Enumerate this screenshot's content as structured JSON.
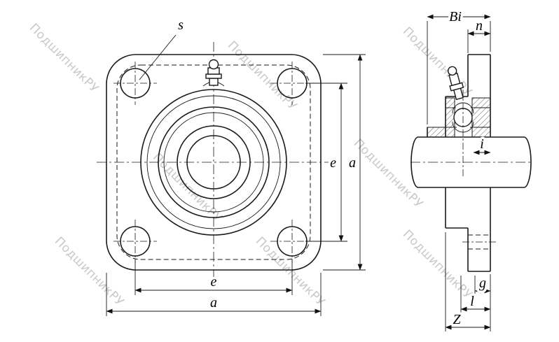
{
  "watermark": {
    "text": "ПодшипникРУ"
  },
  "drawing": {
    "colors": {
      "line": "#1a1a1a",
      "watermark": "#c9c9c9",
      "background": "#ffffff"
    },
    "front_view": {
      "labels": {
        "s": "s",
        "e_right": "e",
        "a_right": "a",
        "e_bottom": "e",
        "a_bottom": "a"
      }
    },
    "side_view": {
      "labels": {
        "Bi": "Bi",
        "n": "n",
        "i": "i",
        "g": "g",
        "l": "l",
        "Z": "Z"
      }
    }
  }
}
